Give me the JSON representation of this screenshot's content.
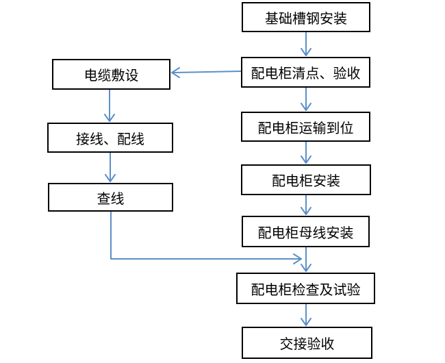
{
  "diagram": {
    "nodes": {
      "n1": "基础槽钢安装",
      "n2": "配电柜清点、验收",
      "n3": "配电柜运输到位",
      "n4": "配电柜安装",
      "n5": "配电柜母线安装",
      "n6": "配电柜检查及试验",
      "n7": "交接验收",
      "n8": "电缆敷设",
      "n9": "接线、配线",
      "n10": "查线"
    },
    "edges": [
      {
        "from": "n1",
        "to": "n2"
      },
      {
        "from": "n2",
        "to": "n3"
      },
      {
        "from": "n3",
        "to": "n4"
      },
      {
        "from": "n4",
        "to": "n5"
      },
      {
        "from": "n5",
        "to": "n6"
      },
      {
        "from": "n6",
        "to": "n7"
      },
      {
        "from": "n2",
        "to": "n8"
      },
      {
        "from": "n8",
        "to": "n9"
      },
      {
        "from": "n9",
        "to": "n10"
      },
      {
        "from": "n10",
        "to": "n6"
      }
    ],
    "colors": {
      "arrow": "#5b8fc7",
      "box_border": "#000000",
      "background": "#ffffff"
    }
  }
}
